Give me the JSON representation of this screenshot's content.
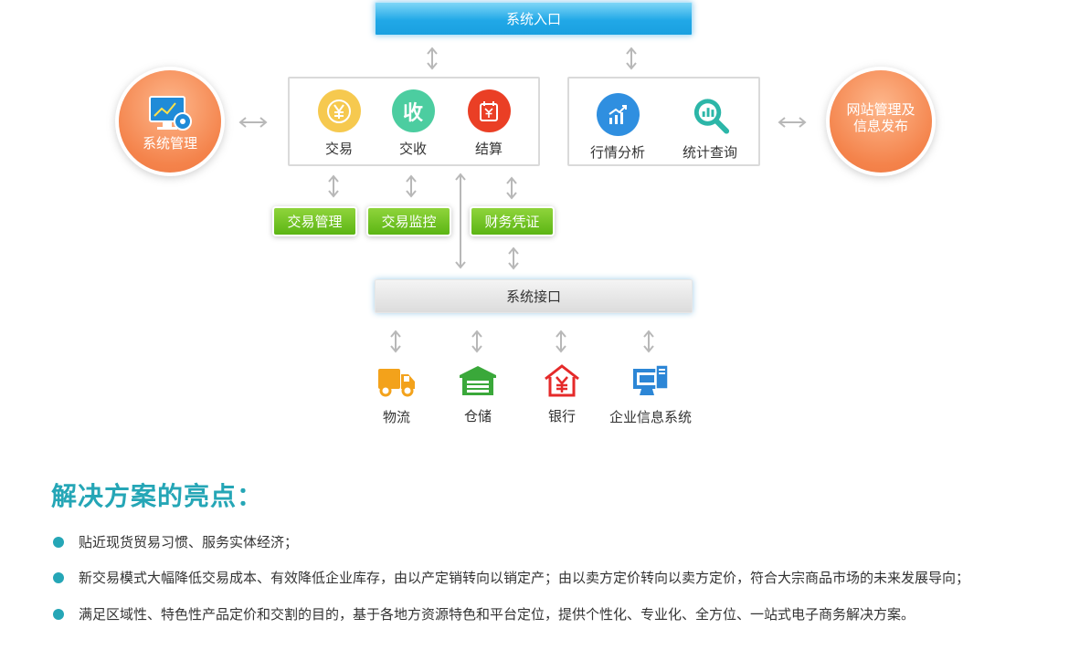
{
  "entry_bar": "系统入口",
  "interface_bar": "系统接口",
  "left_circle": {
    "label": "系统管理"
  },
  "right_circle": {
    "line1": "网站管理及",
    "line2": "信息发布"
  },
  "left_box": [
    {
      "icon": "yen-coin-icon",
      "label": "交易",
      "color": "#f6c94f"
    },
    {
      "icon": "collect-icon",
      "label": "交收",
      "color": "#4ccda0",
      "glyph": "收"
    },
    {
      "icon": "calendar-yen-icon",
      "label": "结算",
      "color": "#ea3f25"
    }
  ],
  "right_box": [
    {
      "icon": "growth-chart-icon",
      "label": "行情分析",
      "color": "#2f8fe0"
    },
    {
      "icon": "search-chart-icon",
      "label": "统计查询",
      "color": "#2cb6a8"
    }
  ],
  "green_tags": [
    "交易管理",
    "交易监控",
    "财务凭证"
  ],
  "bottom_items": [
    {
      "icon": "truck-icon",
      "label": "物流",
      "color": "#f3a21b"
    },
    {
      "icon": "warehouse-icon",
      "label": "仓储",
      "color": "#3aa83a"
    },
    {
      "icon": "bank-icon",
      "label": "银行",
      "color": "#e52a2a"
    },
    {
      "icon": "computer-icon",
      "label": "企业信息系统",
      "color": "#2c86d6"
    }
  ],
  "highlights": {
    "title": "解决方案的亮点：",
    "items": [
      "贴近现货贸易习惯、服务实体经济；",
      "新交易模式大幅降低交易成本、有效降低企业库存，由以产定销转向以销定产；由以卖方定价转向以卖方定价，符合大宗商品市场的未来发展导向；",
      "满足区域性、特色性产品定价和交割的目的，基于各地方资源特色和平台定位，提供个性化、专业化、全方位、一站式电子商务解决方案。"
    ]
  }
}
